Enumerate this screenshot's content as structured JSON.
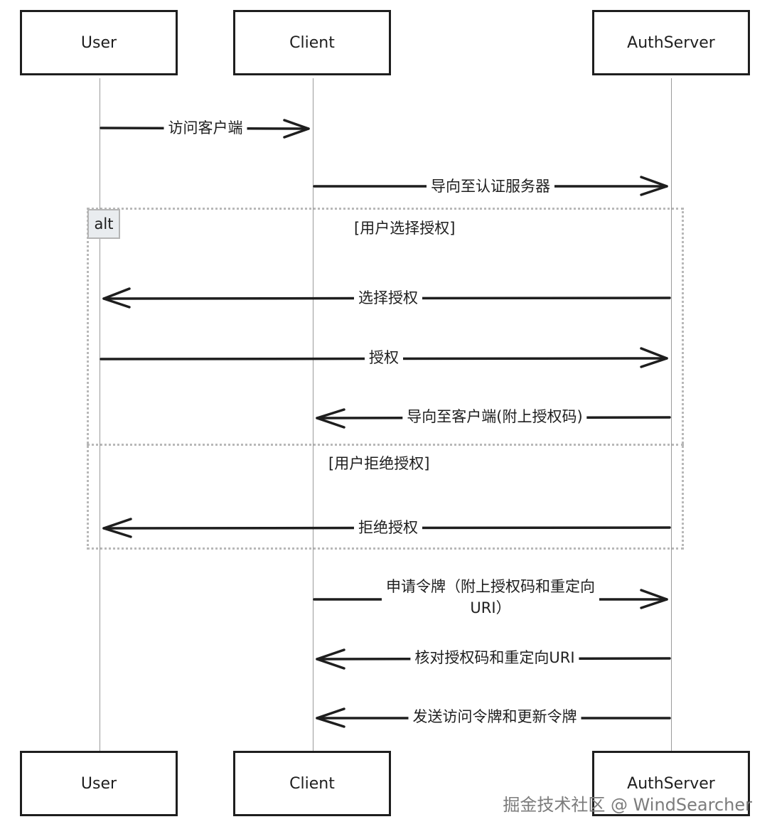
{
  "participants": [
    "User",
    "Client",
    "AuthServer"
  ],
  "fragment": {
    "tag": "alt",
    "guard_1": "[用户选择授权]",
    "guard_2": "[用户拒绝授权]"
  },
  "messages": [
    {
      "label": "访问客户端"
    },
    {
      "label": "导向至认证服务器"
    },
    {
      "label": "选择授权"
    },
    {
      "label": "授权"
    },
    {
      "label": "导向至客户端(附上授权码)"
    },
    {
      "label": "拒绝授权"
    },
    {
      "label_line1": "申请令牌（附上授权码和重定向",
      "label_line2": "URI）"
    },
    {
      "label": "核对授权码和重定向URI"
    },
    {
      "label": "发送访问令牌和更新令牌"
    }
  ],
  "watermark": "掘金技术社区 @ WindSearcher"
}
